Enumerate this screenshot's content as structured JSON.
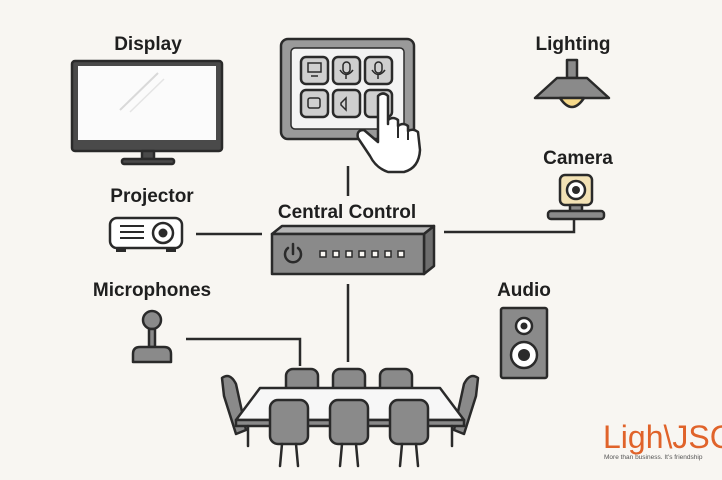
{
  "labels": {
    "display": "Display",
    "projector": "Projector",
    "microphones": "Microphones",
    "central_control": "Central Control",
    "lighting": "Lighting",
    "camera": "Camera",
    "audio": "Audio"
  },
  "logo": {
    "text": "Ligh\\JSC",
    "tagline": "More than business. It's friendship",
    "color": "#e0632a"
  },
  "icons": [
    "display-icon",
    "touch-panel-icon",
    "hand-pointer-icon",
    "lighting-icon",
    "camera-icon",
    "projector-icon",
    "control-unit-icon",
    "power-icon",
    "microphone-icon",
    "speaker-icon",
    "conference-table-icon"
  ],
  "colors": {
    "background": "#f8f6f2",
    "outline": "#2a2a2a",
    "device_gray": "#8a8a8a",
    "lamp_glow": "#f6d98a"
  }
}
